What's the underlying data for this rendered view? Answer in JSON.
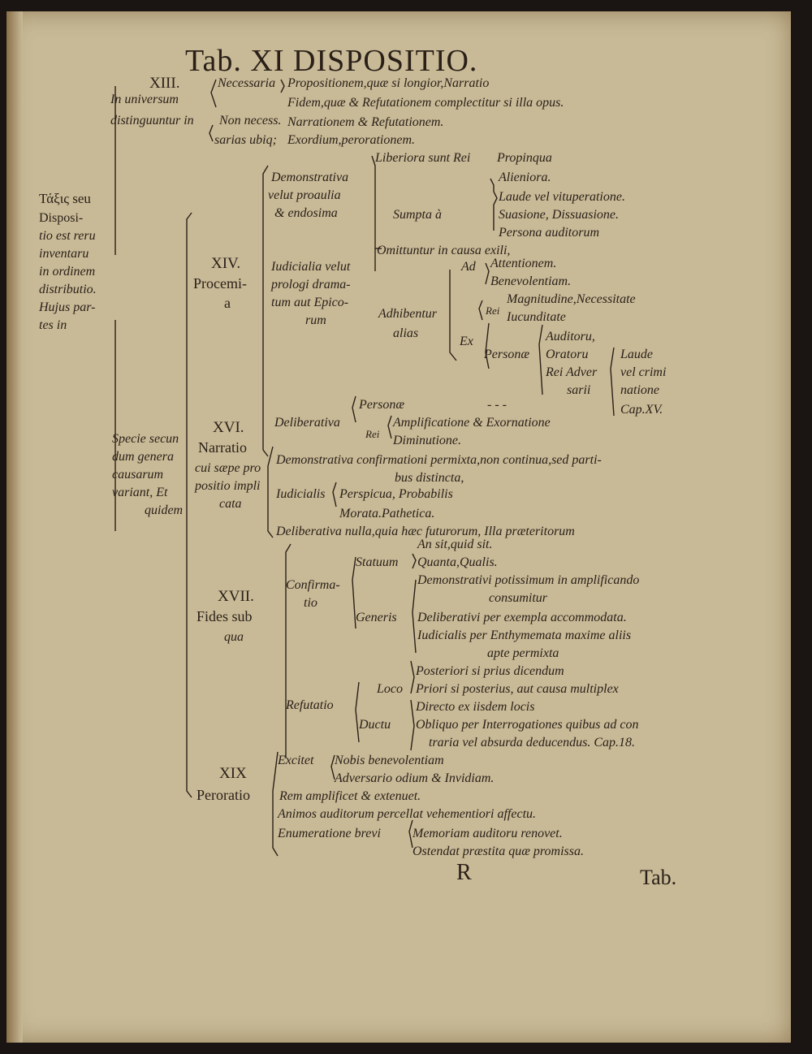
{
  "title": "Tab. XI DISPOSITIO.",
  "intro": {
    "num": "XIII.",
    "lines": [
      "In universum",
      "distinguuntur in",
      "Non necess."
    ],
    "necess_label": "Necessaria",
    "necess_items": [
      "Propositionem,quæ si longior,Narratio",
      "Fidem,quæ & Refutationem complectitur si illa opus."
    ],
    "nonnec_items": [
      "Narrationem & Refutationem.",
      "Exordium,perorationem."
    ],
    "sarias": "sarias ubiq;"
  },
  "left": {
    "greek": "Τάξις seu",
    "lines": [
      "Disposi-",
      "tio est reru",
      "inventaru",
      "in ordinem",
      "distributio.",
      "Hujus par-",
      "tes in"
    ]
  },
  "species": [
    "Specie secun",
    "dum genera",
    "causarum",
    "variant, Et",
    "quidem"
  ],
  "procemium": {
    "num": "XIV.",
    "label": [
      "Procemi-",
      "a"
    ],
    "demonstr": [
      "Demonstrativa",
      "velut proaulia",
      "& endosima"
    ],
    "liberiora": "Liberiora sunt Rei",
    "propinqua": "Propinqua",
    "alieniora": "Alieniora.",
    "sumpta": "Sumpta à",
    "sumpta_items": [
      "Laude vel vituperatione.",
      "Suasione, Dissuasione.",
      "Persona auditorum"
    ],
    "omittuntur": "Omittuntur in causa exili,",
    "judicialia": [
      "Iudicialia velut",
      "prologi drama-",
      "tum aut Epico-",
      "rum"
    ],
    "adhibentur": [
      "Adhibentur",
      "alias"
    ],
    "ad": "Ad",
    "ad_items": [
      "Attentionem.",
      "Benevolentiam."
    ],
    "ex": "Ex",
    "rei": "Rei",
    "rei_items": [
      "Magnitudine,Necessitate",
      "Iucunditate"
    ],
    "personae": "Personæ",
    "personae_items": [
      "Auditoru,",
      "Oratoru",
      "Rei Adver",
      "sarii"
    ],
    "laude": [
      "Laude",
      "vel crimi",
      "natione"
    ],
    "cap": "Cap.XV.",
    "deliberativa": "Deliberativa",
    "persona2": "Personæ",
    "dashes": "- - -",
    "rei2": "Rei",
    "rei2_items": [
      "Amplificatione & Exornatione",
      "Diminutione."
    ]
  },
  "narratio": {
    "num": "XVI.",
    "label": [
      "Narratio",
      "cui sæpe pro",
      "positio impli",
      "cata"
    ],
    "demonstr": [
      "Demonstrativa confirmationi permixta,non continua,sed parti-",
      "bus distincta,"
    ],
    "judicialis": "Iudicialis",
    "jud_items": [
      "Perspicua, Probabilis",
      "Morata.Pathetica."
    ],
    "delib": "Deliberativa nulla,quia hæc futurorum, Illa præteritorum"
  },
  "fides": {
    "num": "XVII.",
    "label": [
      "Fides sub",
      "qua"
    ],
    "confirmatio": [
      "Confirma-",
      "tio"
    ],
    "statuum": "Statuum",
    "statuum_items": [
      "An sit,quid sit.",
      "Quanta,Qualis."
    ],
    "generis": "Generis",
    "generis_items": [
      "Demonstrativi potissimum in amplificando",
      "consumitur",
      "Deliberativi per exempla accommodata.",
      "Iudicialis per Enthymemata maxime aliis",
      "apte permixta"
    ],
    "refutatio": "Refutatio",
    "loco": "Loco",
    "loco_items": [
      "Posteriori si prius dicendum",
      "Priori si posterius, aut causa multiplex"
    ],
    "ductu": "Ductu",
    "ductu_items": [
      "Directo ex iisdem locis",
      "Obliquo per Interrogationes quibus ad con",
      "traria vel absurda deducendus. Cap.18."
    ]
  },
  "peroratio": {
    "num": "XIX",
    "label": "Peroratio",
    "excitet": "Excitet",
    "excitet_items": [
      "Nobis benevolentiam",
      "Adversario odium & Invidiam."
    ],
    "rem": "Rem amplificet & extenuet.",
    "animos": "Animos auditorum percellat vehementiori affectu.",
    "enum": "Enumeratione brevi",
    "enum_items": [
      "Memoriam auditoru renovet.",
      "Ostendat præstita quæ promissa."
    ]
  },
  "footer": {
    "signature": "R",
    "catchword": "Tab."
  }
}
